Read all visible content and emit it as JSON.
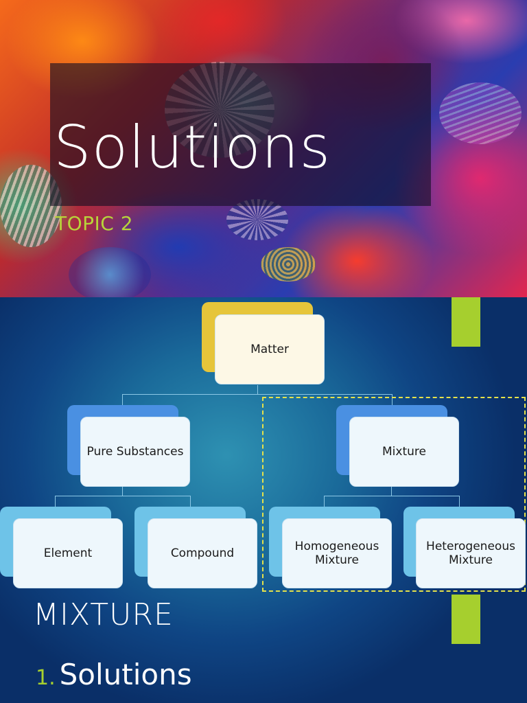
{
  "slide1": {
    "title": "Solutions",
    "subtitle": "TOPIC 2"
  },
  "slide2": {
    "hierarchy": {
      "root": "Matter",
      "level1": [
        "Pure Substances",
        "Mixture"
      ],
      "level2": [
        "Element",
        "Compound",
        "Homogeneous Mixture",
        "Heterogeneous Mixture"
      ]
    },
    "heading": "MIXTURE",
    "list": [
      {
        "number": "1.",
        "text": "Solutions"
      }
    ],
    "colors": {
      "accent_green": "#a6cf2e",
      "root_node": "#e6c53a",
      "level1_node": "#4a90e2",
      "level2_node": "#6ec3e8",
      "highlight_dash": "#e6e24a"
    }
  }
}
